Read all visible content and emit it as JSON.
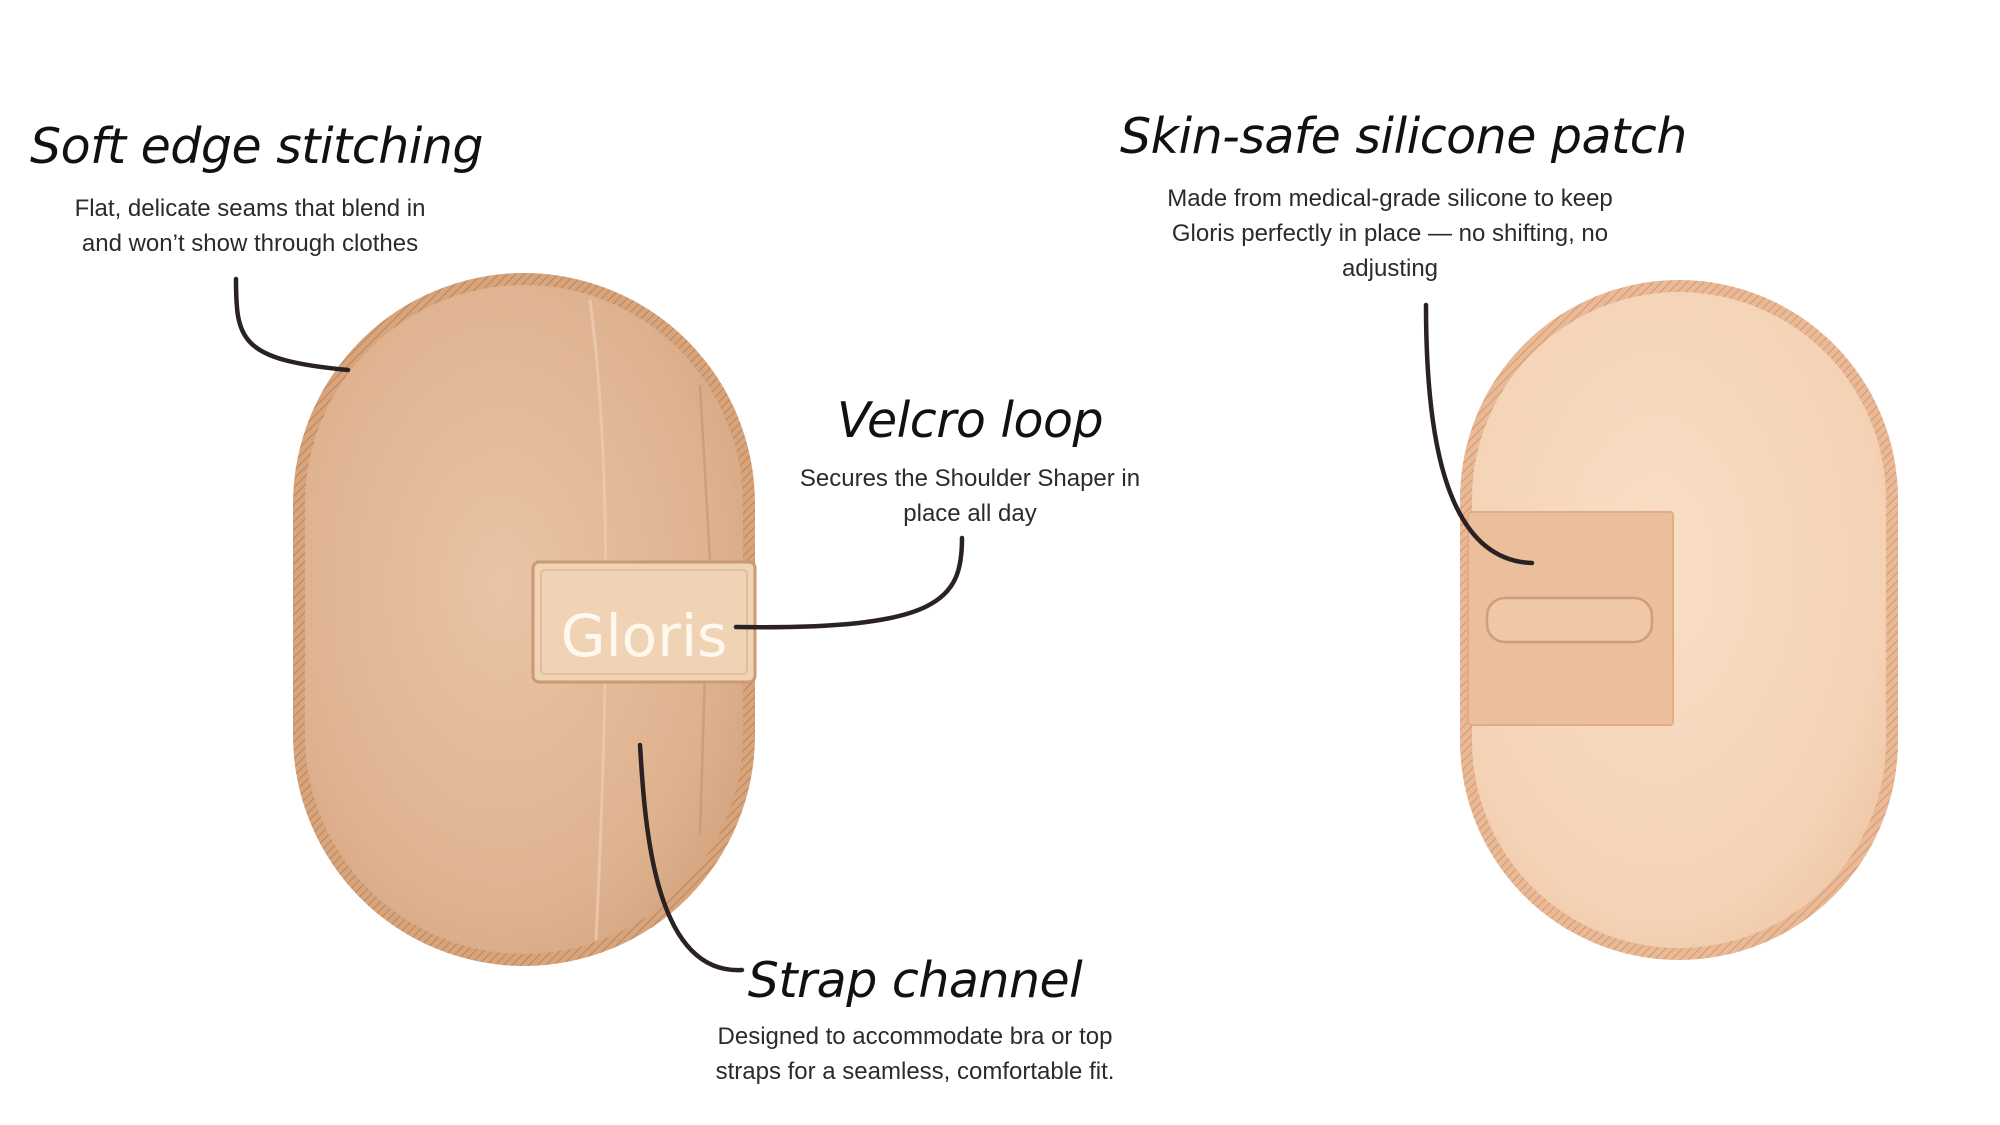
{
  "callouts": {
    "edge_stitching": {
      "title": "Soft edge stitching",
      "body": "Flat, delicate seams that blend in and won’t show through clothes"
    },
    "velcro_loop": {
      "title": "Velcro loop",
      "body": "Secures the Shoulder Shaper in place all day"
    },
    "strap_channel": {
      "title": "Strap channel",
      "body": "Designed to accommodate bra or top straps for a seamless, comfortable fit."
    },
    "silicone_patch": {
      "title": "Skin-safe silicone patch",
      "body": "Made from medical-grade silicone to keep Gloris perfectly in place — no shifting, no adjusting"
    }
  },
  "product": {
    "brand_label": "Gloris"
  },
  "colors": {
    "pad_front": "#e3b896",
    "pad_back": "#f6d7bd",
    "edge_binding": "#d39f76",
    "leader_line": "#2a2222"
  }
}
